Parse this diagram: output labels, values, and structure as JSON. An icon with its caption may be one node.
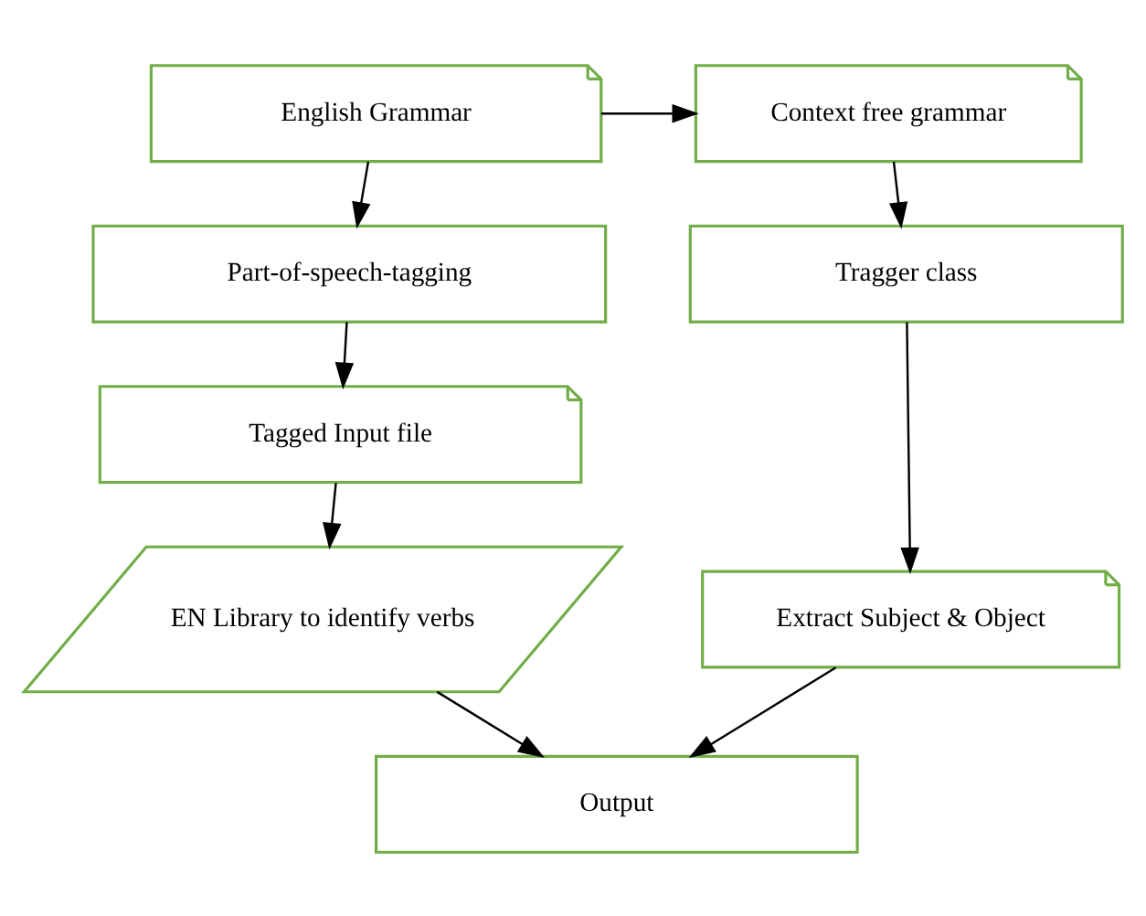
{
  "diagram": {
    "nodes": [
      {
        "text": [
          "English Grammar"
        ]
      },
      {
        "text": [
          "Context free grammar"
        ]
      },
      {
        "text": [
          "Part-of-speech-tagging"
        ]
      },
      {
        "text": [
          "Tragger class"
        ]
      },
      {
        "text": [
          "Tagged Input file"
        ]
      },
      {
        "text": [
          "Extract Subject & Object"
        ]
      },
      {
        "text": [
          "EN Library to identify verbs"
        ]
      },
      {
        "text": [
          "Output"
        ]
      }
    ],
    "edges": [
      {
        "from": 0,
        "to": 1,
        "arrow": "to"
      },
      {
        "from": 0,
        "to": 2,
        "arrow": "to"
      },
      {
        "from": 1,
        "to": 3,
        "arrow": "to"
      },
      {
        "from": 2,
        "to": 4,
        "arrow": "to"
      },
      {
        "from": 3,
        "to": 5,
        "arrow": "to"
      },
      {
        "from": 4,
        "to": 6,
        "arrow": "to"
      },
      {
        "from": 6,
        "to": 7,
        "arrow": "to"
      },
      {
        "from": 5,
        "to": 7,
        "arrow": "to"
      }
    ]
  }
}
